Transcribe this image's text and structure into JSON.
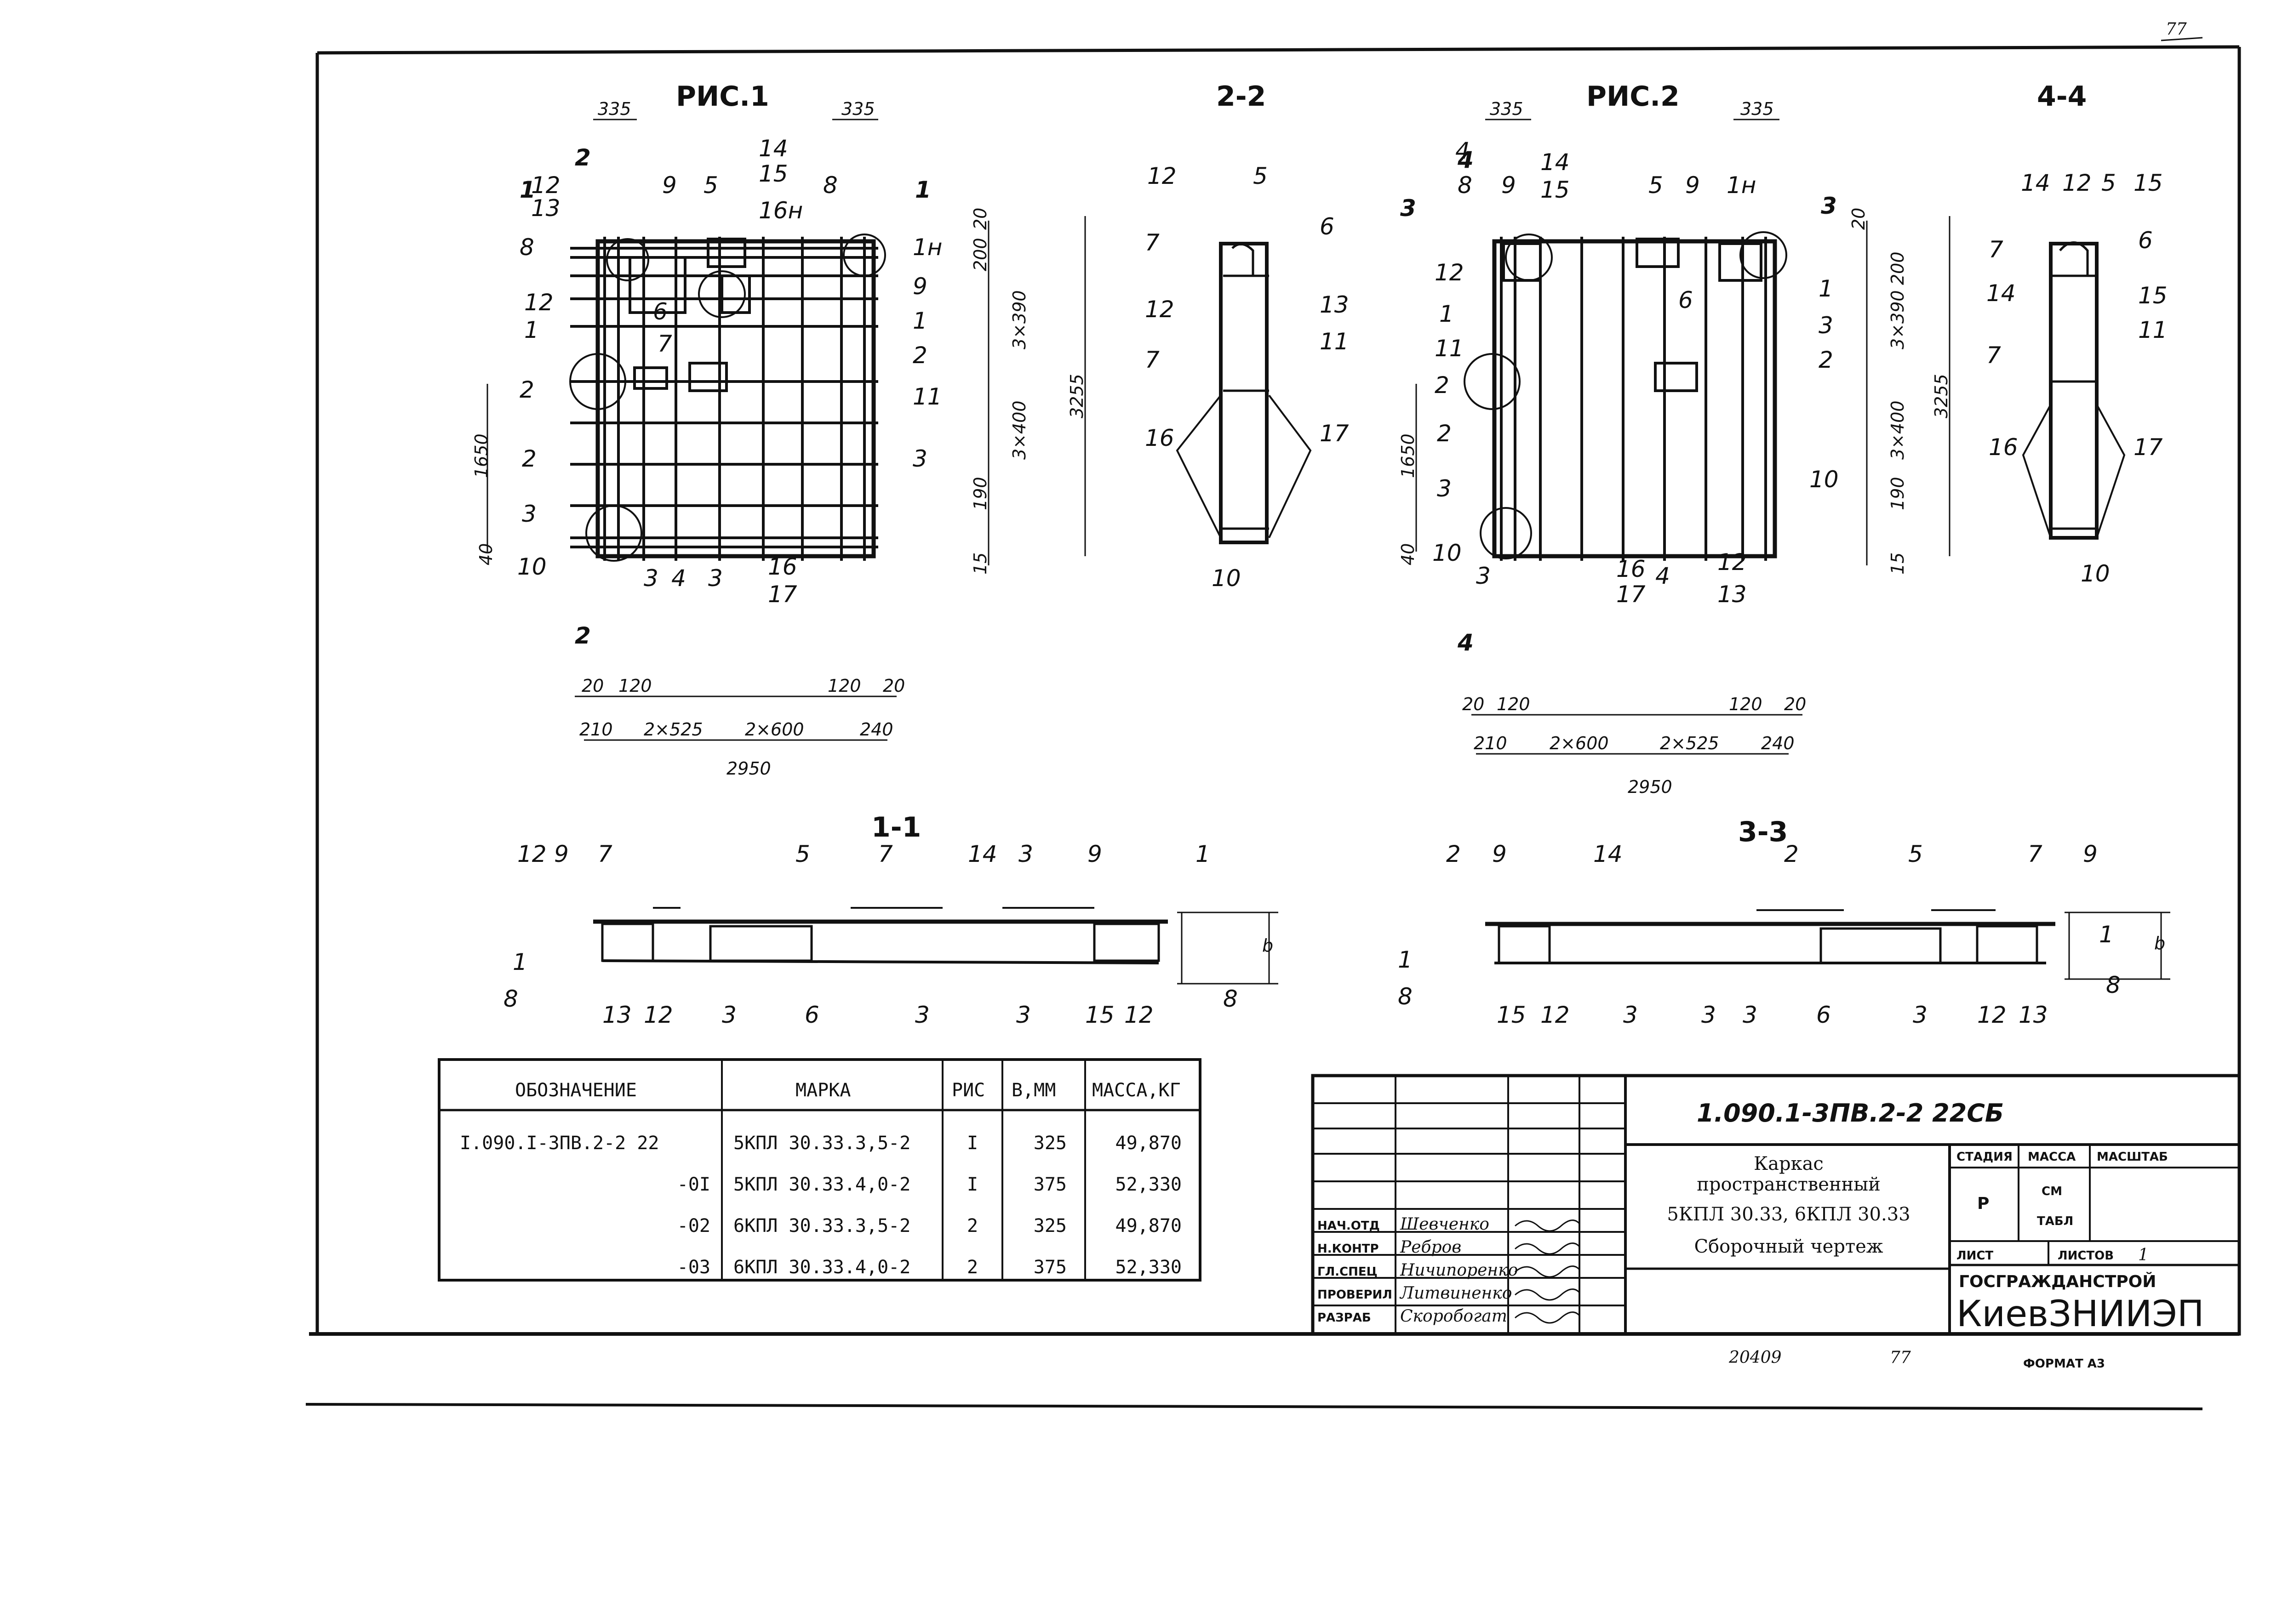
{
  "sheet_corner": "77",
  "figures": {
    "fig1_title": "РИС.1",
    "fig2_title": "РИС.2",
    "sec22": "2-2",
    "sec44": "4-4",
    "sec11": "1-1",
    "sec33": "3-3"
  },
  "dims": {
    "d335": "335",
    "d20": "20",
    "d200": "200",
    "d3x390": "3×390",
    "d3x400": "3×400",
    "d190": "190",
    "d15": "15",
    "d3255": "3255",
    "d1650": "1650",
    "d40": "40",
    "d120": "120",
    "d210": "210",
    "d240": "240",
    "d2x525": "2×525",
    "d2x600": "2×600",
    "d2950": "2950",
    "db": "b"
  },
  "spec_table": {
    "headers": [
      "ОБОЗНАЧЕНИЕ",
      "МАРКА",
      "РИС",
      "В,ММ",
      "МАССА,КГ"
    ],
    "rows": [
      [
        "I.090.I-3ПВ.2-2 22",
        "5КПЛ 30.33.3,5-2",
        "I",
        "325",
        "49,870"
      ],
      [
        "-0I",
        "5КПЛ 30.33.4,0-2",
        "I",
        "375",
        "52,330"
      ],
      [
        "-02",
        "6КПЛ 30.33.3,5-2",
        "2",
        "325",
        "49,870"
      ],
      [
        "-03",
        "6КПЛ 30.33.4,0-2",
        "2",
        "375",
        "52,330"
      ]
    ]
  },
  "title_block": {
    "code": "1.090.1-3ПВ.2-2   22СБ",
    "description_line1": "Каркас",
    "description_line2": "пространственный",
    "description_line3": "5КПЛ 30.33, 6КПЛ 30.33",
    "description_line4": "Сборочный чертеж",
    "col_stage": "СТАДИЯ",
    "col_mass": "МАССА",
    "col_scale": "МАСШТАБ",
    "stage_value": "Р",
    "mass_value1": "СМ",
    "mass_value2": "ТАБЛ",
    "sheet_label": "ЛИСТ",
    "sheets_label": "ЛИСТОВ",
    "sheets_value": "1",
    "org_line1": "ГОСГРАЖДАНСТРОЙ",
    "org_line2": "КиевЗНИИЭП",
    "signatures": [
      {
        "role": "НАЧ.ОТД",
        "name": "Шевченко"
      },
      {
        "role": "Н.КОНТР",
        "name": "Ребров"
      },
      {
        "role": "ГЛ.СПЕЦ",
        "name": "Ничипоренко"
      },
      {
        "role": "ПРОВЕРИЛ",
        "name": "Литвиненко"
      },
      {
        "role": "РАЗРАБ",
        "name": "Скоробогат"
      }
    ]
  },
  "footer": {
    "inventory": "20409",
    "page": "77",
    "format": "ФОРМАТ А3"
  }
}
